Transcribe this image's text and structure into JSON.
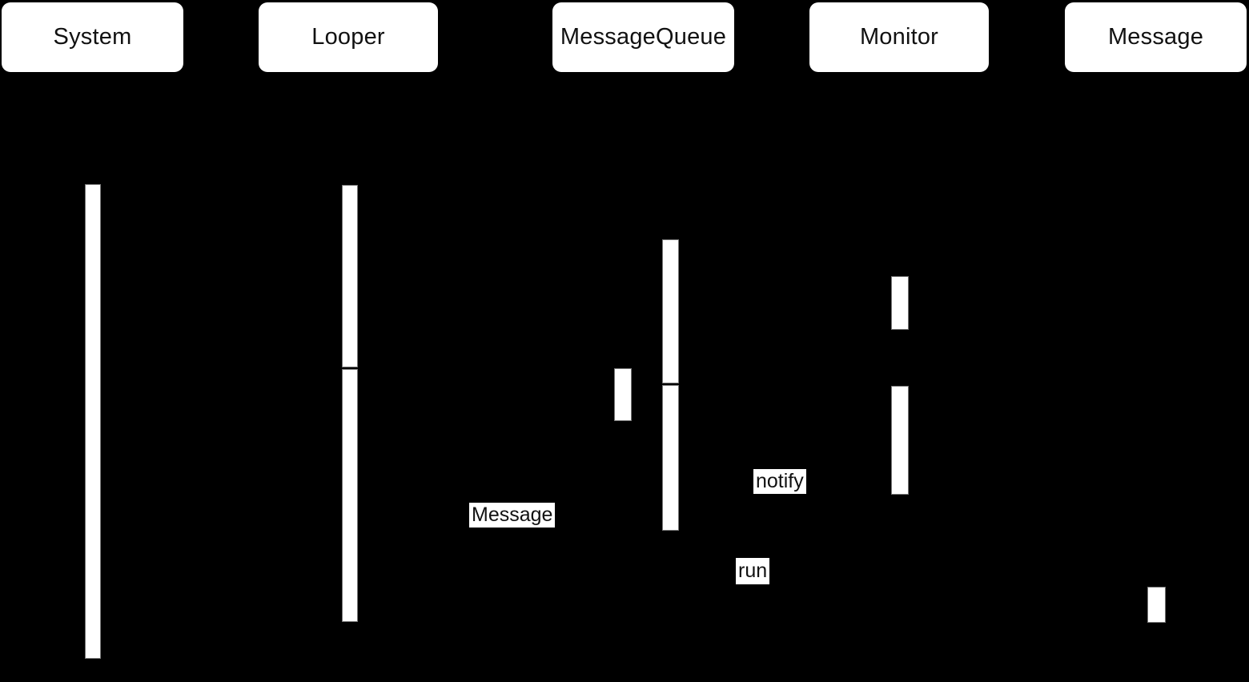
{
  "diagram": {
    "type": "uml-sequence-diagram",
    "participants": [
      {
        "name": "System"
      },
      {
        "name": "Looper"
      },
      {
        "name": "MessageQueue"
      },
      {
        "name": "Monitor"
      },
      {
        "name": "Message"
      }
    ],
    "message_labels": [
      {
        "text": "Message"
      },
      {
        "text": "notify"
      },
      {
        "text": "run"
      }
    ],
    "activations": {
      "system": 1,
      "looper": 2,
      "messagequeue": 3,
      "monitor": 2,
      "message": 1
    },
    "colors": {
      "background": "#000000",
      "participant_fill": "#ffffff",
      "participant_text": "#111111",
      "activation_fill": "#ffffff",
      "activation_border": "#777777",
      "label_background": "#ffffff",
      "label_text": "#111111"
    }
  }
}
